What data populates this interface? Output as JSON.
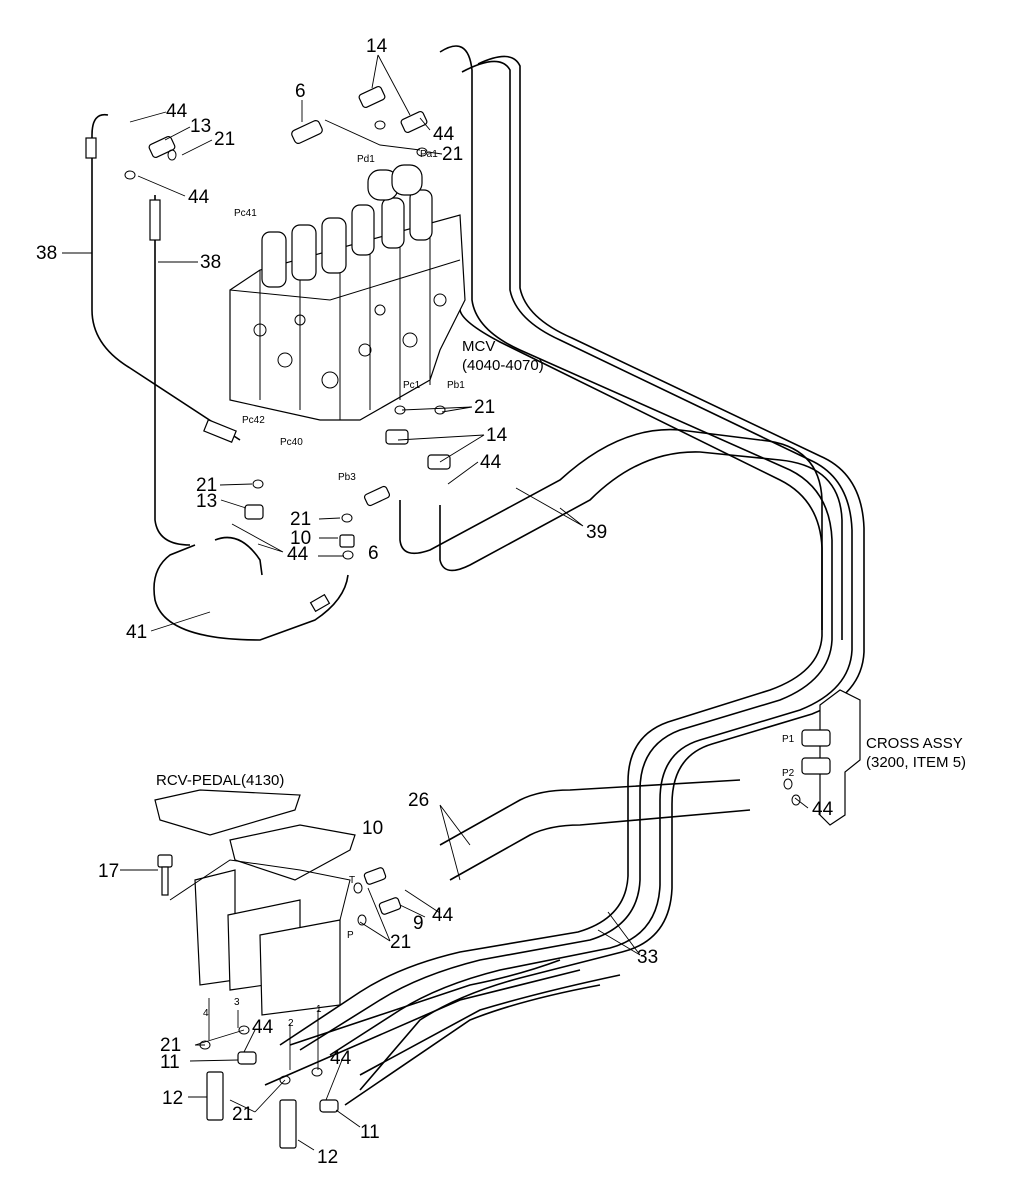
{
  "labels": {
    "mcv": "MCV",
    "mcv_range": "(4040-4070)",
    "cross_assy": "CROSS ASSY",
    "cross_assy_ref": "(3200, ITEM 5)",
    "rcv_pedal": "RCV-PEDAL(4130)"
  },
  "callouts": [
    {
      "id": "c14a",
      "text": "14"
    },
    {
      "id": "c6a",
      "text": "6"
    },
    {
      "id": "c44a",
      "text": "44"
    },
    {
      "id": "c13a",
      "text": "13"
    },
    {
      "id": "c21a",
      "text": "21"
    },
    {
      "id": "c44b",
      "text": "44"
    },
    {
      "id": "c21b",
      "text": "21"
    },
    {
      "id": "c44c",
      "text": "44"
    },
    {
      "id": "c38a",
      "text": "38"
    },
    {
      "id": "c38b",
      "text": "38"
    },
    {
      "id": "c21c",
      "text": "21"
    },
    {
      "id": "c14b",
      "text": "14"
    },
    {
      "id": "c44d",
      "text": "44"
    },
    {
      "id": "c39",
      "text": "39"
    },
    {
      "id": "c21d",
      "text": "21"
    },
    {
      "id": "c13b",
      "text": "13"
    },
    {
      "id": "c21e",
      "text": "21"
    },
    {
      "id": "c10a",
      "text": "10"
    },
    {
      "id": "c44e",
      "text": "44"
    },
    {
      "id": "c6b",
      "text": "6"
    },
    {
      "id": "c41",
      "text": "41"
    },
    {
      "id": "c44f",
      "text": "44"
    },
    {
      "id": "c26",
      "text": "26"
    },
    {
      "id": "c10b",
      "text": "10"
    },
    {
      "id": "c17",
      "text": "17"
    },
    {
      "id": "c9",
      "text": "9"
    },
    {
      "id": "c44g",
      "text": "44"
    },
    {
      "id": "c21f",
      "text": "21"
    },
    {
      "id": "c33",
      "text": "33"
    },
    {
      "id": "c21g",
      "text": "21"
    },
    {
      "id": "c44h",
      "text": "44"
    },
    {
      "id": "c11a",
      "text": "11"
    },
    {
      "id": "c44i",
      "text": "44"
    },
    {
      "id": "c12a",
      "text": "12"
    },
    {
      "id": "c21h",
      "text": "21"
    },
    {
      "id": "c11b",
      "text": "11"
    },
    {
      "id": "c12b",
      "text": "12"
    }
  ],
  "ports": {
    "pd1": "Pd1",
    "pa1": "Pa1",
    "pc41": "Pc41",
    "pc1": "Pc1",
    "pb1": "Pb1",
    "pc42": "Pc42",
    "pc40": "Pc40",
    "pb3": "Pb3",
    "p1_cross": "P1",
    "p2_cross": "P2",
    "pedal_t": "T",
    "pedal_p": "P",
    "pedal_4": "4",
    "pedal_3": "3",
    "pedal_2": "2",
    "pedal_1": "1"
  }
}
